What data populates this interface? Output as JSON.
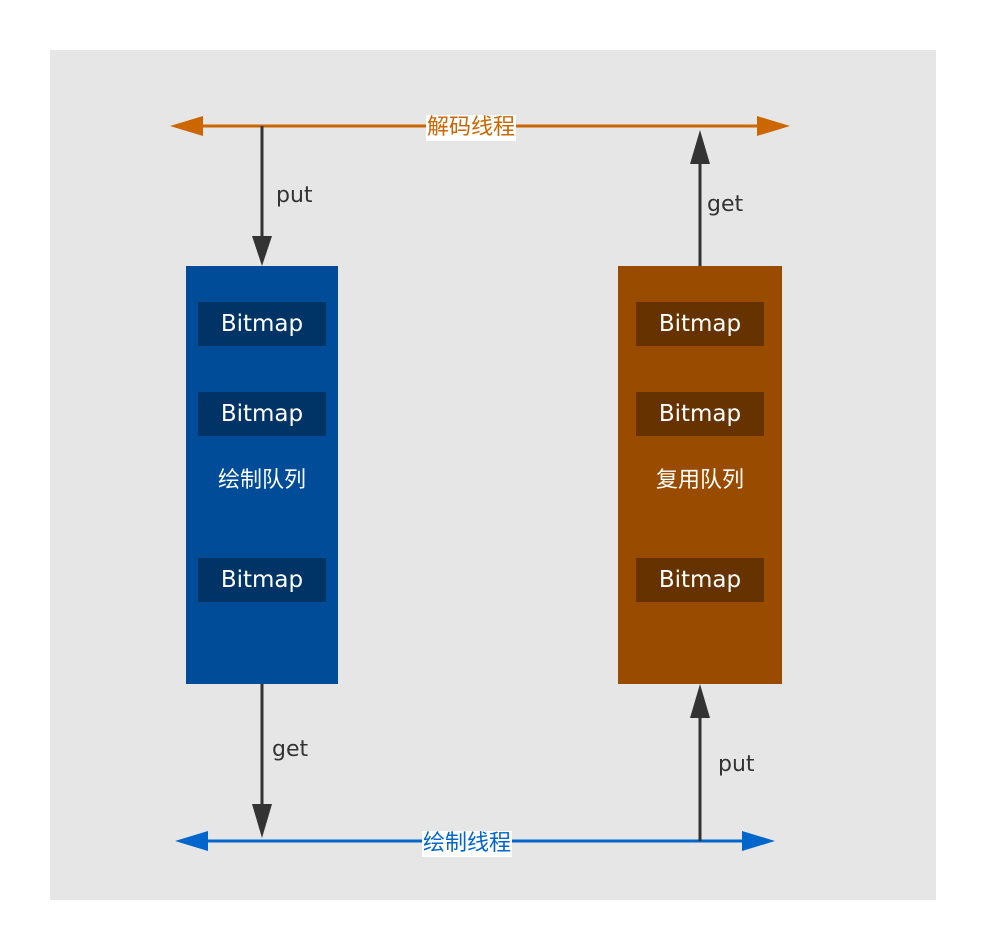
{
  "threads": {
    "decode": {
      "label": "解码线程",
      "color": "#cc6600"
    },
    "render": {
      "label": "绘制线程",
      "color": "#0066cc"
    }
  },
  "queues": {
    "draw": {
      "label": "绘制队列",
      "color": "#004c99",
      "item_color": "#003366",
      "items": [
        "Bitmap",
        "Bitmap",
        "Bitmap"
      ]
    },
    "reuse": {
      "label": "复用队列",
      "color": "#994c00",
      "item_color": "#663300",
      "items": [
        "Bitmap",
        "Bitmap",
        "Bitmap"
      ]
    }
  },
  "edges": {
    "decode_to_draw": "put",
    "reuse_to_decode": "get",
    "draw_to_render": "get",
    "render_to_reuse": "put"
  },
  "colors": {
    "background": "#e6e6e6",
    "arrow": "#333333"
  }
}
